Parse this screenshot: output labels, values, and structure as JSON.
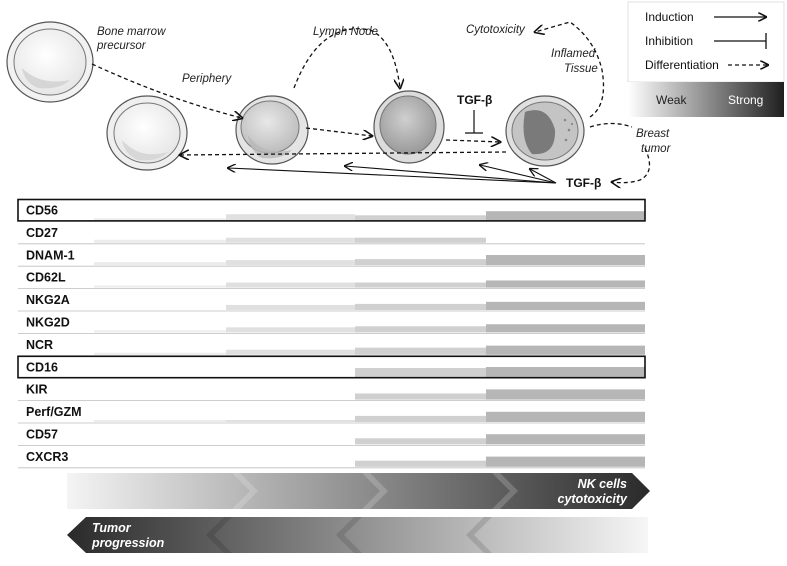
{
  "labels": {
    "bone_marrow_line1": "Bone marrow",
    "bone_marrow_line2": "precursor",
    "periphery": "Periphery",
    "lymph_node": "Lymph Node",
    "cytotoxicity": "Cytotoxicity",
    "inflamed_line1": "Inflamed",
    "inflamed_line2": "Tissue",
    "breast_line1": "Breast",
    "breast_line2": "tumor",
    "tgf_beta_top": "TGF-β",
    "tgf_beta_bottom": "TGF-β"
  },
  "legend": {
    "induction": "Induction",
    "inhibition": "Inhibition",
    "differentiation": "Differentiation",
    "weak": "Weak",
    "strong": "Strong",
    "gradient_from": "#ffffff",
    "gradient_to": "#1f1f1f"
  },
  "markers": [
    {
      "name": "CD56",
      "boxed": true,
      "levels": [
        0.1,
        0.3,
        0.25,
        0.45
      ]
    },
    {
      "name": "CD27",
      "boxed": false,
      "levels": [
        0.15,
        0.25,
        0.25,
        0.0
      ]
    },
    {
      "name": "DNAM-1",
      "boxed": false,
      "levels": [
        0.15,
        0.25,
        0.3,
        0.5
      ]
    },
    {
      "name": "CD62L",
      "boxed": false,
      "levels": [
        0.1,
        0.25,
        0.25,
        0.35
      ]
    },
    {
      "name": "NKG2A",
      "boxed": false,
      "levels": [
        0.0,
        0.25,
        0.3,
        0.4
      ]
    },
    {
      "name": "NKG2D",
      "boxed": false,
      "levels": [
        0.05,
        0.25,
        0.3,
        0.4
      ]
    },
    {
      "name": "NCR",
      "boxed": false,
      "levels": [
        0.05,
        0.25,
        0.35,
        0.45
      ]
    },
    {
      "name": "CD16",
      "boxed": true,
      "levels": [
        0.0,
        0.0,
        0.45,
        0.5
      ]
    },
    {
      "name": "KIR",
      "boxed": false,
      "levels": [
        0.0,
        0.0,
        0.3,
        0.5
      ]
    },
    {
      "name": "Perf/GZM",
      "boxed": false,
      "levels": [
        0.05,
        0.05,
        0.3,
        0.5
      ]
    },
    {
      "name": "CD57",
      "boxed": false,
      "levels": [
        0.0,
        0.0,
        0.3,
        0.5
      ]
    },
    {
      "name": "CXCR3",
      "boxed": false,
      "levels": [
        0.0,
        0.0,
        0.3,
        0.5
      ]
    }
  ],
  "arrows": {
    "nk_line1": "NK cells",
    "nk_line2": "cytotoxicity",
    "tumor_line1": "Tumor",
    "tumor_line2": "progression"
  }
}
